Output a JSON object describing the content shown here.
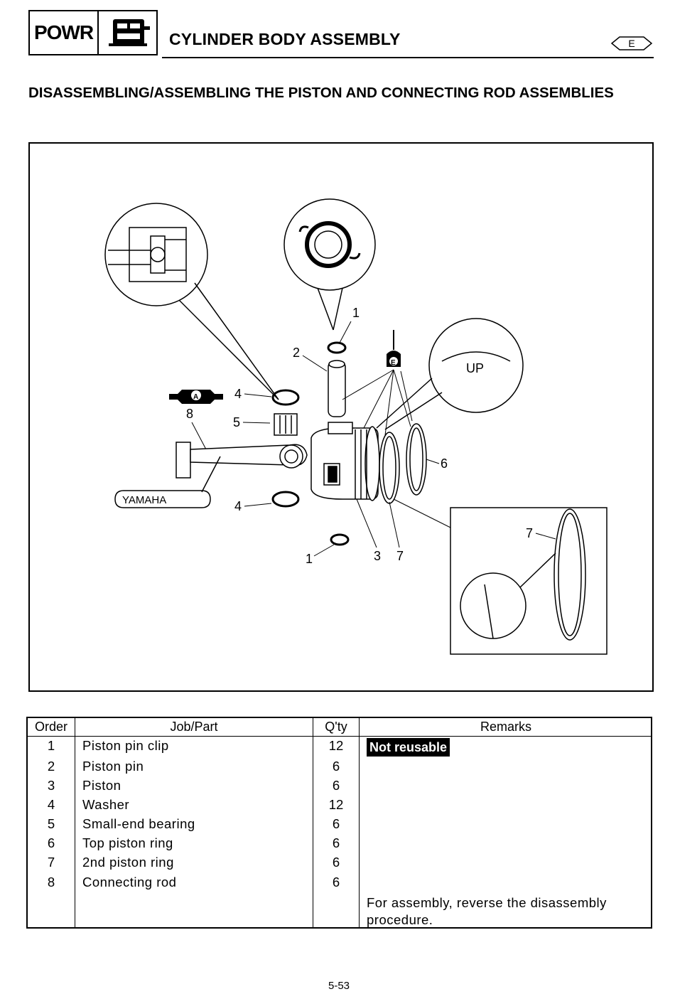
{
  "header": {
    "section_code": "POWR",
    "icon": "engine-block-icon",
    "title": "CYLINDER BODY ASSEMBLY",
    "language": "E"
  },
  "section_title": "DISASSEMBLING/ASSEMBLING THE PISTON AND CONNECTING ROD ASSEMBLIES",
  "diagram": {
    "callouts": [
      "1",
      "2",
      "3",
      "4",
      "5",
      "6",
      "7",
      "8",
      "4",
      "1",
      "7"
    ],
    "label_up": "UP",
    "label_yamaha": "YAMAHA",
    "lube_a": "A",
    "lube_e": "E",
    "n1": "1",
    "n2": "2",
    "n3": "3",
    "n4": "4",
    "n5": "5",
    "n6": "6",
    "n7": "7",
    "n8": "8"
  },
  "table": {
    "headers": {
      "order": "Order",
      "part": "Job/Part",
      "qty": "Q'ty",
      "remarks": "Remarks"
    },
    "rows": [
      {
        "order": "1",
        "part": "Piston pin clip",
        "qty": "12"
      },
      {
        "order": "2",
        "part": "Piston pin",
        "qty": "6"
      },
      {
        "order": "3",
        "part": "Piston",
        "qty": "6"
      },
      {
        "order": "4",
        "part": "Washer",
        "qty": "12"
      },
      {
        "order": "5",
        "part": "Small-end bearing",
        "qty": "6"
      },
      {
        "order": "6",
        "part": "Top piston ring",
        "qty": "6"
      },
      {
        "order": "7",
        "part": "2nd piston ring",
        "qty": "6"
      },
      {
        "order": "8",
        "part": "Connecting rod",
        "qty": "6"
      }
    ],
    "not_reusable": "Not reusable",
    "note": "For assembly, reverse the disassembly procedure."
  },
  "page_number": "5-53"
}
